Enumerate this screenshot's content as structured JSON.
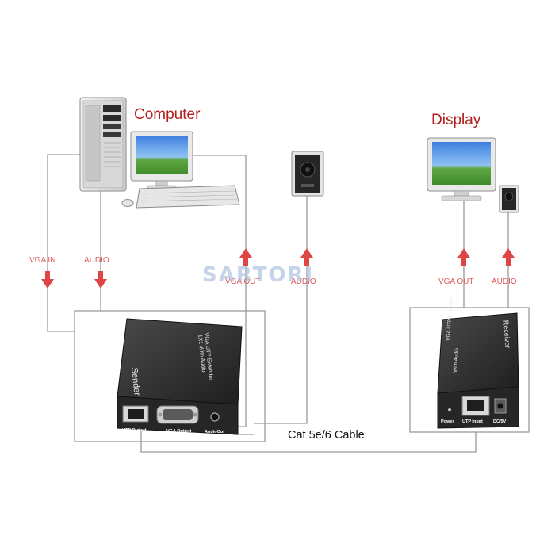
{
  "labels": {
    "computer": "Computer",
    "display": "Display",
    "vga_in": "VGA IN",
    "audio_in": "AUDIO",
    "vga_out_left": "VGA OUT",
    "audio_mid": "AUDIO",
    "vga_out_right": "VGA OUT",
    "audio_right": "AUDIO",
    "cable": "Cat 5e/6 Cable"
  },
  "sender": {
    "name": "Sender",
    "title_line1": "VGA UTP Extender",
    "title_line2": "1X1 With Audio",
    "port_utp": "UTP Output",
    "port_vga": "VGA Output",
    "port_audio": "AudioOut"
  },
  "receiver": {
    "name": "Receiver",
    "title_line1": "VGA UTP Extender",
    "title_line2": "With Audio",
    "port_power": "Power",
    "port_utp": "UTP Input",
    "port_dc": "DC/5V"
  },
  "watermark": "SARTORI",
  "colors": {
    "label_red": "#b41e1e",
    "arrow_red": "#e04545",
    "line": "#9a9a9a",
    "device": "#2b2b2b"
  }
}
